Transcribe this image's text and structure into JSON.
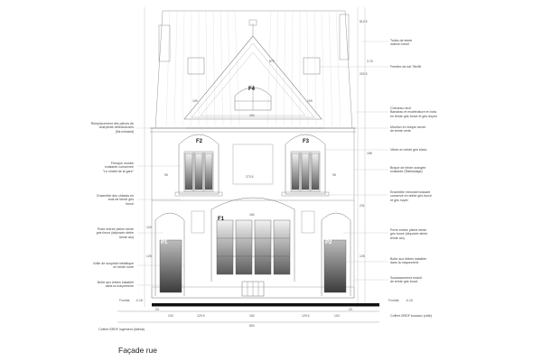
{
  "title": "Façade rue",
  "window_tags": [
    "F4",
    "F2",
    "F3",
    "F1",
    "P1",
    "P2"
  ],
  "notes_left": [
    "Remplacement des pièces de\ncharpente défectueuses\n(fils existant)",
    "Fresque murale\nexistante conservée\n\"Le chalet de la gare\"",
    "Ensemble des châssis en\nbois de teinte gris\nfoncé",
    "Porte entrée pleine teinte\ngris foncé (déposée striée\nteinte alu)",
    "Grille de soupirail métallique\nen teinte noire",
    "Boîte aux lettres installée\ndans la maçonnerie"
  ],
  "notes_right": [
    "Tuiles de teinte\nmarron foncé",
    "Fenêtre de toit 78x98",
    "Chéneau neuf\nBandeau et modénature en bois\nen teinte gris foncé et gris doyen",
    "Moellon en brique vernie\nde teinte verte",
    "Vitrée en teinte gris blanc",
    "Brique de teinte orangée\nexistante (Rafistolage)",
    "Ensemble menuisé bossant\nconservé en teinte gris foncé\net gris noyer",
    "Porte entrée pleine teinte\ngris foncé (déposée striée\nteinte alu)",
    "Boîte aux lettres installée\ndans la maçonnerie",
    "Soubassement enduit\nde teinte gris foncé"
  ],
  "notes_bottom": [
    "Coffret GRDF logement (latéral)",
    "Coffret GRDF bureaux (côté)"
  ],
  "level_labels": [
    "Frontiat",
    "Frontiat"
  ],
  "level_values": [
    "-0.18",
    "-0.16"
  ],
  "bottom_dims": [
    "23",
    "103",
    "129.5",
    "160",
    "129.5",
    "103",
    "23"
  ],
  "overall_dim": "804",
  "height_dims": [
    "812.5",
    "3.76",
    "202.5",
    "158",
    "231",
    "125"
  ],
  "interior_dims": [
    "575",
    "109",
    "154",
    "109",
    "95",
    "273.5",
    "95",
    "160",
    "125",
    "120"
  ]
}
